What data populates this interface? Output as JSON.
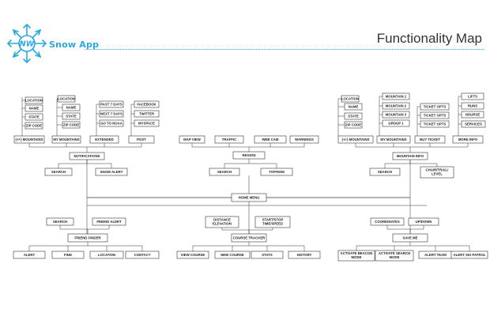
{
  "header": {
    "app_name": "Snow App",
    "title": "Functionality Map",
    "brand_color": "#29a8e0",
    "logo_icon": "compass-snowflake-icon",
    "logo_text": "NW"
  },
  "diagram": {
    "nodes": {
      "loc1": "LOCATION",
      "name1": "NAME",
      "state1": "STATE",
      "zip1": "ZIP CODE",
      "mm1": "(+/-) MOUNTAINS",
      "loc2": "LOCATION",
      "name2": "NAME",
      "state2": "STATE",
      "zip2": "ZIP CODE",
      "mym1": "MY MOUNTAINS",
      "p7": "PAST 7 DAYS",
      "n7": "NEXT 7 DAYS",
      "noaa": "GO TO NOAA",
      "ext": "EXTENDED",
      "fb": "FACEBOOK",
      "tw": "TWITTER",
      "ms": "MYSPACE",
      "post": "POST",
      "notif": "NOTIFICATIONS",
      "search1": "SEARCH",
      "snowalert": "SNOW ALERT",
      "mapview": "MAP VIEW",
      "traffic": "TRAFFIC",
      "webcam": "WEB CAM",
      "warnings": "WARNINGS",
      "region": "REGION",
      "search2": "SEARCH",
      "tofrom": "TO/FROM",
      "loc3": "LOCATION",
      "name3": "NAME",
      "state3": "STATE",
      "zip3": "ZIP CODE",
      "mm3": "(+/-) MOUNTAINS",
      "mt1": "MOUNTAIN 1",
      "mt2": "MOUNTAIN 2",
      "mt3": "MOUNTAIN 3",
      "group1": "GROUP 1",
      "mym3": "MY MOUNTAINS",
      "tk1": "TICKET OPTS",
      "tk2": "TICKET OPTS",
      "tk3": "TICKET OPTS",
      "buy": "BUY TICKET",
      "lifts": "LIFTS",
      "runs": "RUNS",
      "hourse": "HOURSE",
      "services": "SERVICES",
      "moreinfo": "MORE INFO",
      "mtinfo": "MOUNTAIN INFO",
      "search3": "SEARCH",
      "chair": "CHAIR/TRAIL/ LEVEL",
      "home": "HOME MENU",
      "search4": "SEARCH",
      "friendalert": "FRIEND ALERT",
      "ffinder": "FRIEND FINDER",
      "alert": "ALERT",
      "find": "FIND",
      "location5": "LOCATION",
      "contact": "CONTACT",
      "distance": "DISTANCE ELEVATION",
      "startstop": "START/STOP TIME/SPEED",
      "ctracker": "COURSE TRACKER",
      "viewcourse": "VIEW COURSE",
      "newcourse": "NEW COURSE",
      "stats": "STATS",
      "history": "HISTORY",
      "coords": "COORDINATES",
      "updown": "UP/DOWN",
      "saveme": "SAVE ME",
      "beacon": "ACTIVATE BEACON MODE",
      "searchmode": "ACTIVATE SEARCH MODE",
      "alertteam": "ALERT TEAM",
      "skipatrol": "ALERT SKI PATROL"
    }
  }
}
